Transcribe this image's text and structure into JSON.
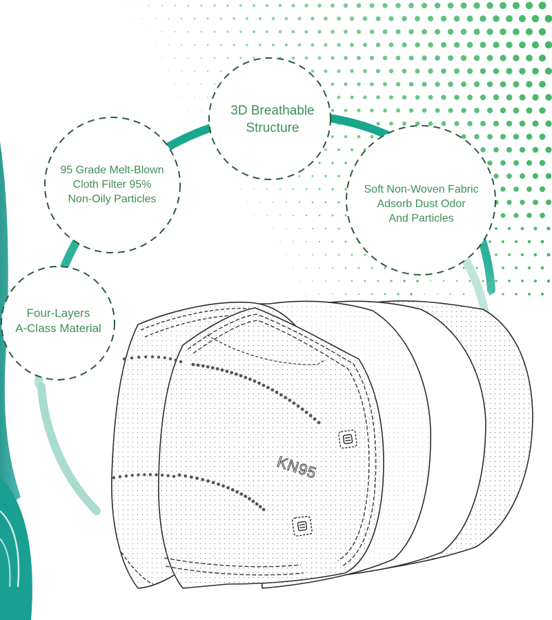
{
  "features": [
    {
      "id": "breathable",
      "lines": [
        "3D Breathable",
        "Structure"
      ]
    },
    {
      "id": "meltblown",
      "lines": [
        "95 Grade Melt-Blown",
        "Cloth Filter 95%",
        "Non-Oily Particles"
      ]
    },
    {
      "id": "nonwoven",
      "lines": [
        "Soft Non-Woven Fabric",
        "Adsorb Dust Odor",
        "And Particles"
      ]
    },
    {
      "id": "layers",
      "lines": [
        "Four-Layers",
        "A-Class Material"
      ]
    }
  ],
  "mask": {
    "print_label": "KN95",
    "layer_count": 4
  },
  "colors": {
    "ring": "#1ba890",
    "ring_light": "#a6dccd",
    "text_green": "#3f8f55",
    "dashed_circle": "#2a5a3a",
    "dots": "#3db260",
    "left_band": "#1f9a92",
    "outline": "#2b2b2b"
  }
}
